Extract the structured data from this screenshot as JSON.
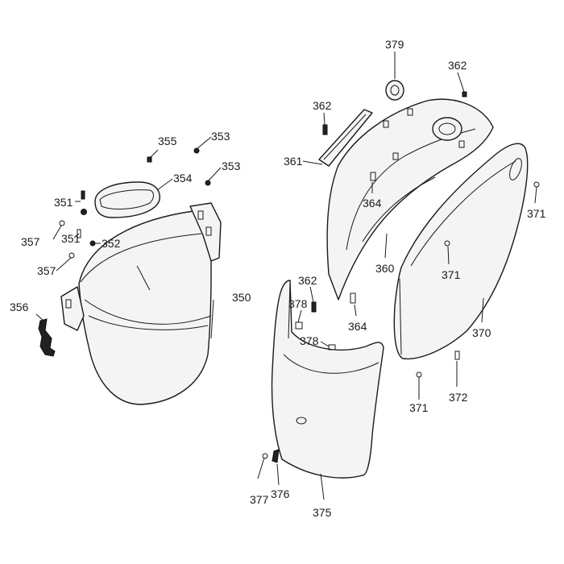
{
  "diagram": {
    "labels": {
      "l350": "350",
      "l351a": "351",
      "l351b": "351",
      "l352": "352",
      "l353a": "353",
      "l353b": "353",
      "l354": "354",
      "l355": "355",
      "l356": "356",
      "l357a": "357",
      "l357b": "357",
      "l360": "360",
      "l361": "361",
      "l362a": "362",
      "l362b": "362",
      "l362c": "362",
      "l364a": "364",
      "l364b": "364",
      "l370": "370",
      "l371a": "371",
      "l371b": "371",
      "l371c": "371",
      "l372": "372",
      "l375": "375",
      "l376": "376",
      "l377": "377",
      "l378a": "378",
      "l378b": "378",
      "l379": "379"
    },
    "line_color": "#1a1a1a",
    "background": "#ffffff"
  }
}
